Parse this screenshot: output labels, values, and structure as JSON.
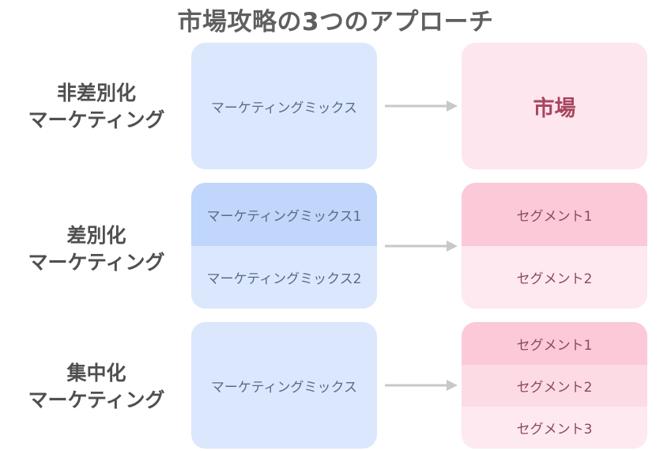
{
  "title": "市場攻略の3つのアプローチ",
  "rows": [
    {
      "label_line1": "非差別化",
      "label_line2": "マーケティング",
      "mixes": [
        "マーケティングミックス"
      ],
      "segments": [
        "市場"
      ]
    },
    {
      "label_line1": "差別化",
      "label_line2": "マーケティング",
      "mixes": [
        "マーケティングミックス1",
        "マーケティングミックス2"
      ],
      "segments": [
        "セグメント1",
        "セグメント2"
      ]
    },
    {
      "label_line1": "集中化",
      "label_line2": "マーケティング",
      "mixes": [
        "マーケティングミックス"
      ],
      "segments": [
        "セグメント1",
        "セグメント2",
        "セグメント3"
      ]
    }
  ],
  "colors": {
    "mix_light": "#dbe7fc",
    "mix_dark": "#c0d6fb",
    "segment_1": "#fbc9d7",
    "segment_2": "#fddbe5",
    "segment_3": "#fde9ef",
    "arrow": "#c8c8c8"
  }
}
